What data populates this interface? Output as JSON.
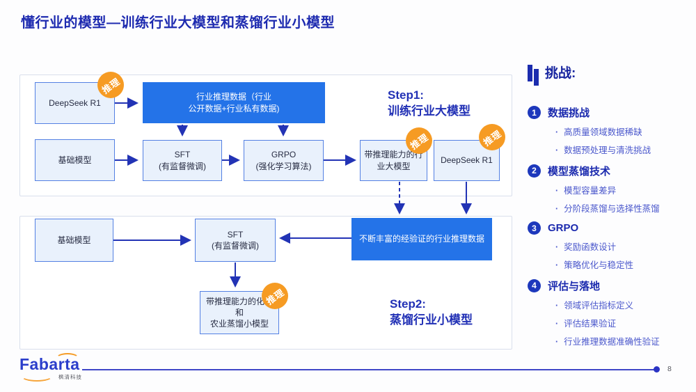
{
  "title": "懂行业的模型—训练行业大模型和蒸馏行业小模型",
  "diagram": {
    "badge_label": "推理",
    "step1_label": "Step1:\n训练行业大模型",
    "step2_label": "Step2:\n蒸馏行业小模型",
    "top": {
      "deepseek_source": "DeepSeek R1",
      "industry_data": "行业推理数据（行业\n公开数据+行业私有数据)",
      "base_model": "基础模型",
      "sft": "SFT\n(有监督微调)",
      "grpo": "GRPO\n(强化学习算法)",
      "industry_big_model": "带推理能力的行\n业大模型",
      "deepseek_right": "DeepSeek R1"
    },
    "bottom": {
      "base_model": "基础模型",
      "sft": "SFT\n(有监督微调)",
      "verified_data": "不断丰富的经验证的行业推理数据",
      "small_model": "带推理能力的化工和\n农业蒸馏小模型"
    }
  },
  "sidebar": {
    "title": "挑战:",
    "items": [
      {
        "num": "1",
        "heading": "数据挑战",
        "bullets": [
          "高质量领域数据稀缺",
          "数据预处理与清洗挑战"
        ]
      },
      {
        "num": "2",
        "heading": "模型蒸馏技术",
        "bullets": [
          "模型容量差异",
          "分阶段蒸馏与选择性蒸馏"
        ]
      },
      {
        "num": "3",
        "heading": "GRPO",
        "bullets": [
          "奖励函数设计",
          "策略优化与稳定性"
        ]
      },
      {
        "num": "4",
        "heading": "评估与落地",
        "bullets": [
          "领域评估指标定义",
          "评估结果验证",
          "行业推理数据准确性验证"
        ]
      }
    ]
  },
  "footer": {
    "logo_text": "Fabarta",
    "logo_subtext": "枫清科技",
    "page_number": "8"
  },
  "colors": {
    "accent_blue": "#2473e8",
    "dark_blue_text": "#1e2bb0",
    "arrow_blue": "#2233b5",
    "badge_orange": "#f69b23",
    "light_box_fill": "#e9f1fc",
    "light_box_border": "#5380e3",
    "bullet_text": "#4b58cc"
  }
}
